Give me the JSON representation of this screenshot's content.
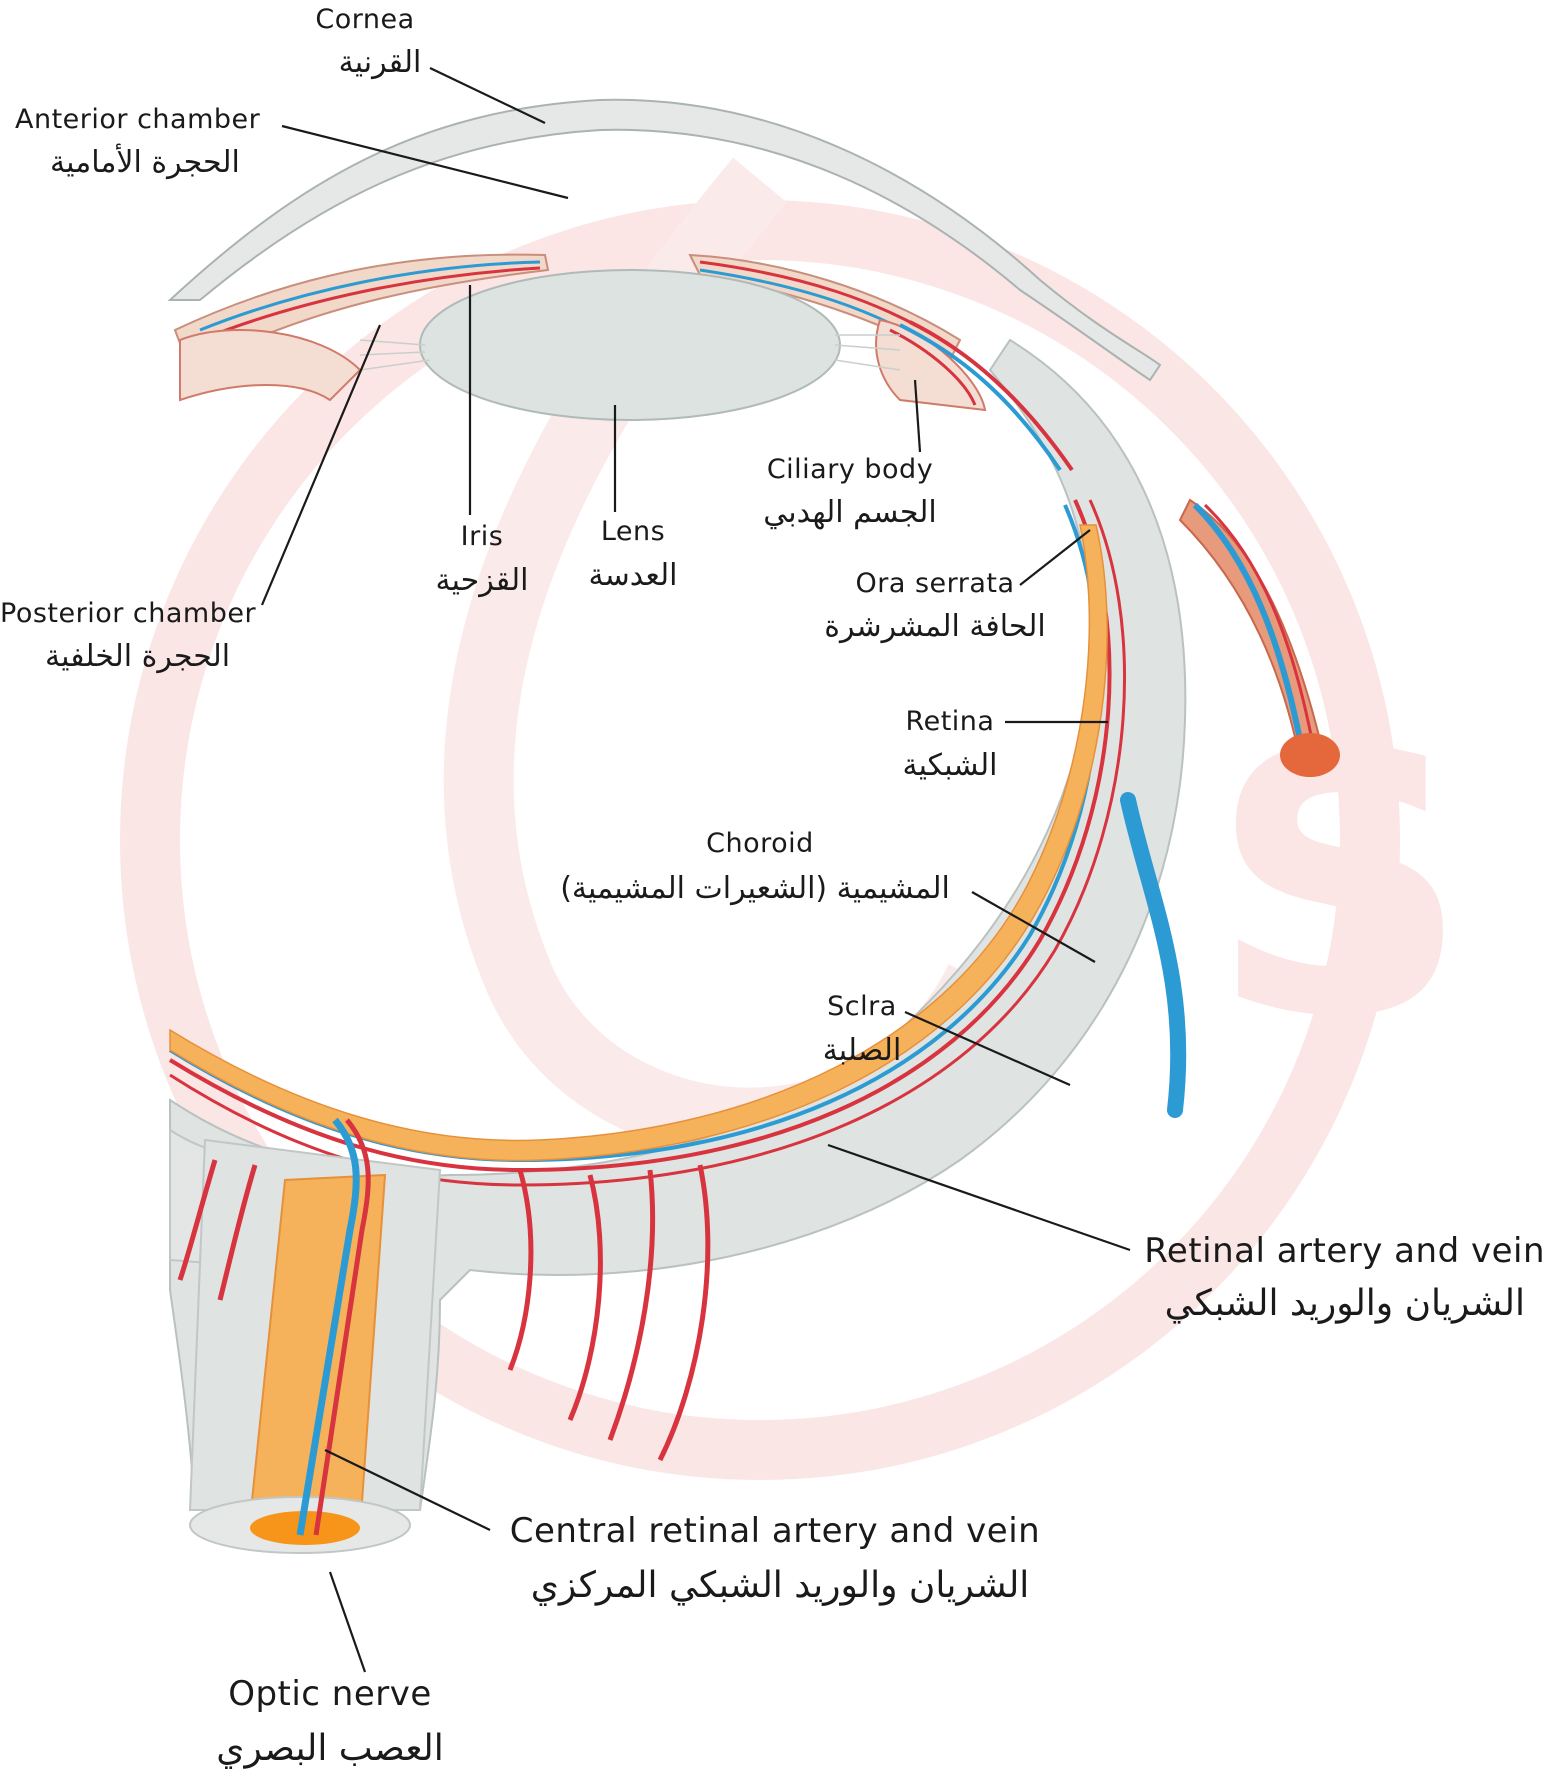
{
  "labels": {
    "cornea": {
      "en": "Cornea",
      "ar": "القرنية"
    },
    "anterior_chamber": {
      "en": "Anterior chamber",
      "ar": "الحجرة الأمامية"
    },
    "posterior_chamber": {
      "en": "Posterior chamber",
      "ar": "الحجرة الخلفية"
    },
    "iris": {
      "en": "Iris",
      "ar": "القزحية"
    },
    "lens": {
      "en": "Lens",
      "ar": "العدسة"
    },
    "ciliary_body": {
      "en": "Ciliary body",
      "ar": "الجسم الهدبي"
    },
    "ora_serrata": {
      "en": "Ora serrata",
      "ar": "الحافة المشرشرة"
    },
    "retina": {
      "en": "Retina",
      "ar": "الشبكية"
    },
    "choroid": {
      "en": "Choroid",
      "ar": "المشيمية (الشعيرات المشيمية)"
    },
    "sclera": {
      "en": "Sclra",
      "ar": "الصلبة"
    },
    "retinal_vessels": {
      "en": "Retinal artery and vein",
      "ar": "الشريان والوريد الشبكي"
    },
    "central_vessels": {
      "en": "Central retinal artery and vein",
      "ar": "الشريان والوريد الشبكي المركزي"
    },
    "optic_nerve": {
      "en": "Optic nerve",
      "ar": "العصب البصري"
    }
  },
  "colors": {
    "sclera": "#dfe3e2",
    "sclera_edge": "#b9c2c0",
    "retina": "#f6b25a",
    "artery": "#d8343f",
    "vein": "#2c9bd3",
    "muscle": "#e89a7c",
    "watermark": "#fbe3e3"
  }
}
